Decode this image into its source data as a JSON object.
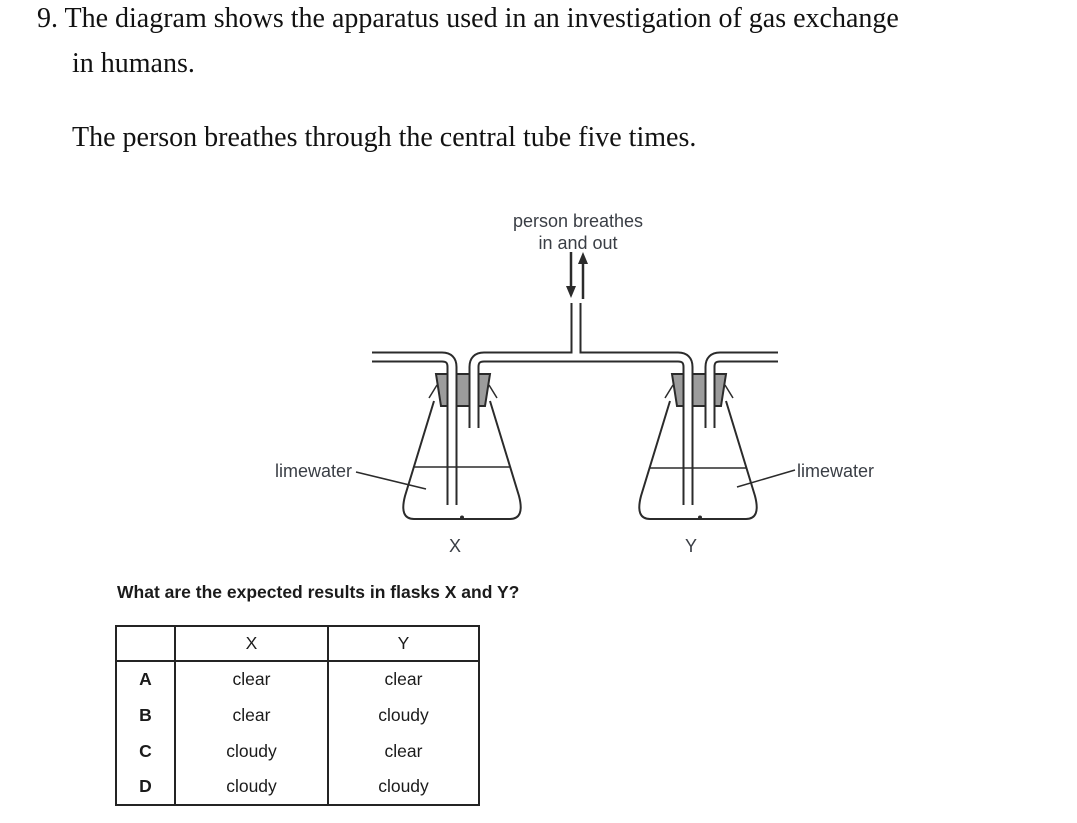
{
  "question": {
    "line1": "9. The diagram shows the apparatus used in an investigation of gas exchange",
    "line2": "in humans.",
    "line3": "The person breathes through the central tube five times."
  },
  "diagram": {
    "breath_label_line1": "person breathes",
    "breath_label_line2": "in and out",
    "left_limewater_label": "limewater",
    "right_limewater_label": "limewater",
    "flask_x_label": "X",
    "flask_y_label": "Y",
    "line_color": "#2b2b2b",
    "stopper_color": "#9c9c9c",
    "label_color": "#3a3e45"
  },
  "prompt": "What are the expected results in flasks X and Y?",
  "results_table": {
    "col_x_header": "X",
    "col_y_header": "Y",
    "rows": [
      {
        "option": "A",
        "x": "clear",
        "y": "clear"
      },
      {
        "option": "B",
        "x": "clear",
        "y": "cloudy"
      },
      {
        "option": "C",
        "x": "cloudy",
        "y": "clear"
      },
      {
        "option": "D",
        "x": "cloudy",
        "y": "cloudy"
      }
    ]
  }
}
